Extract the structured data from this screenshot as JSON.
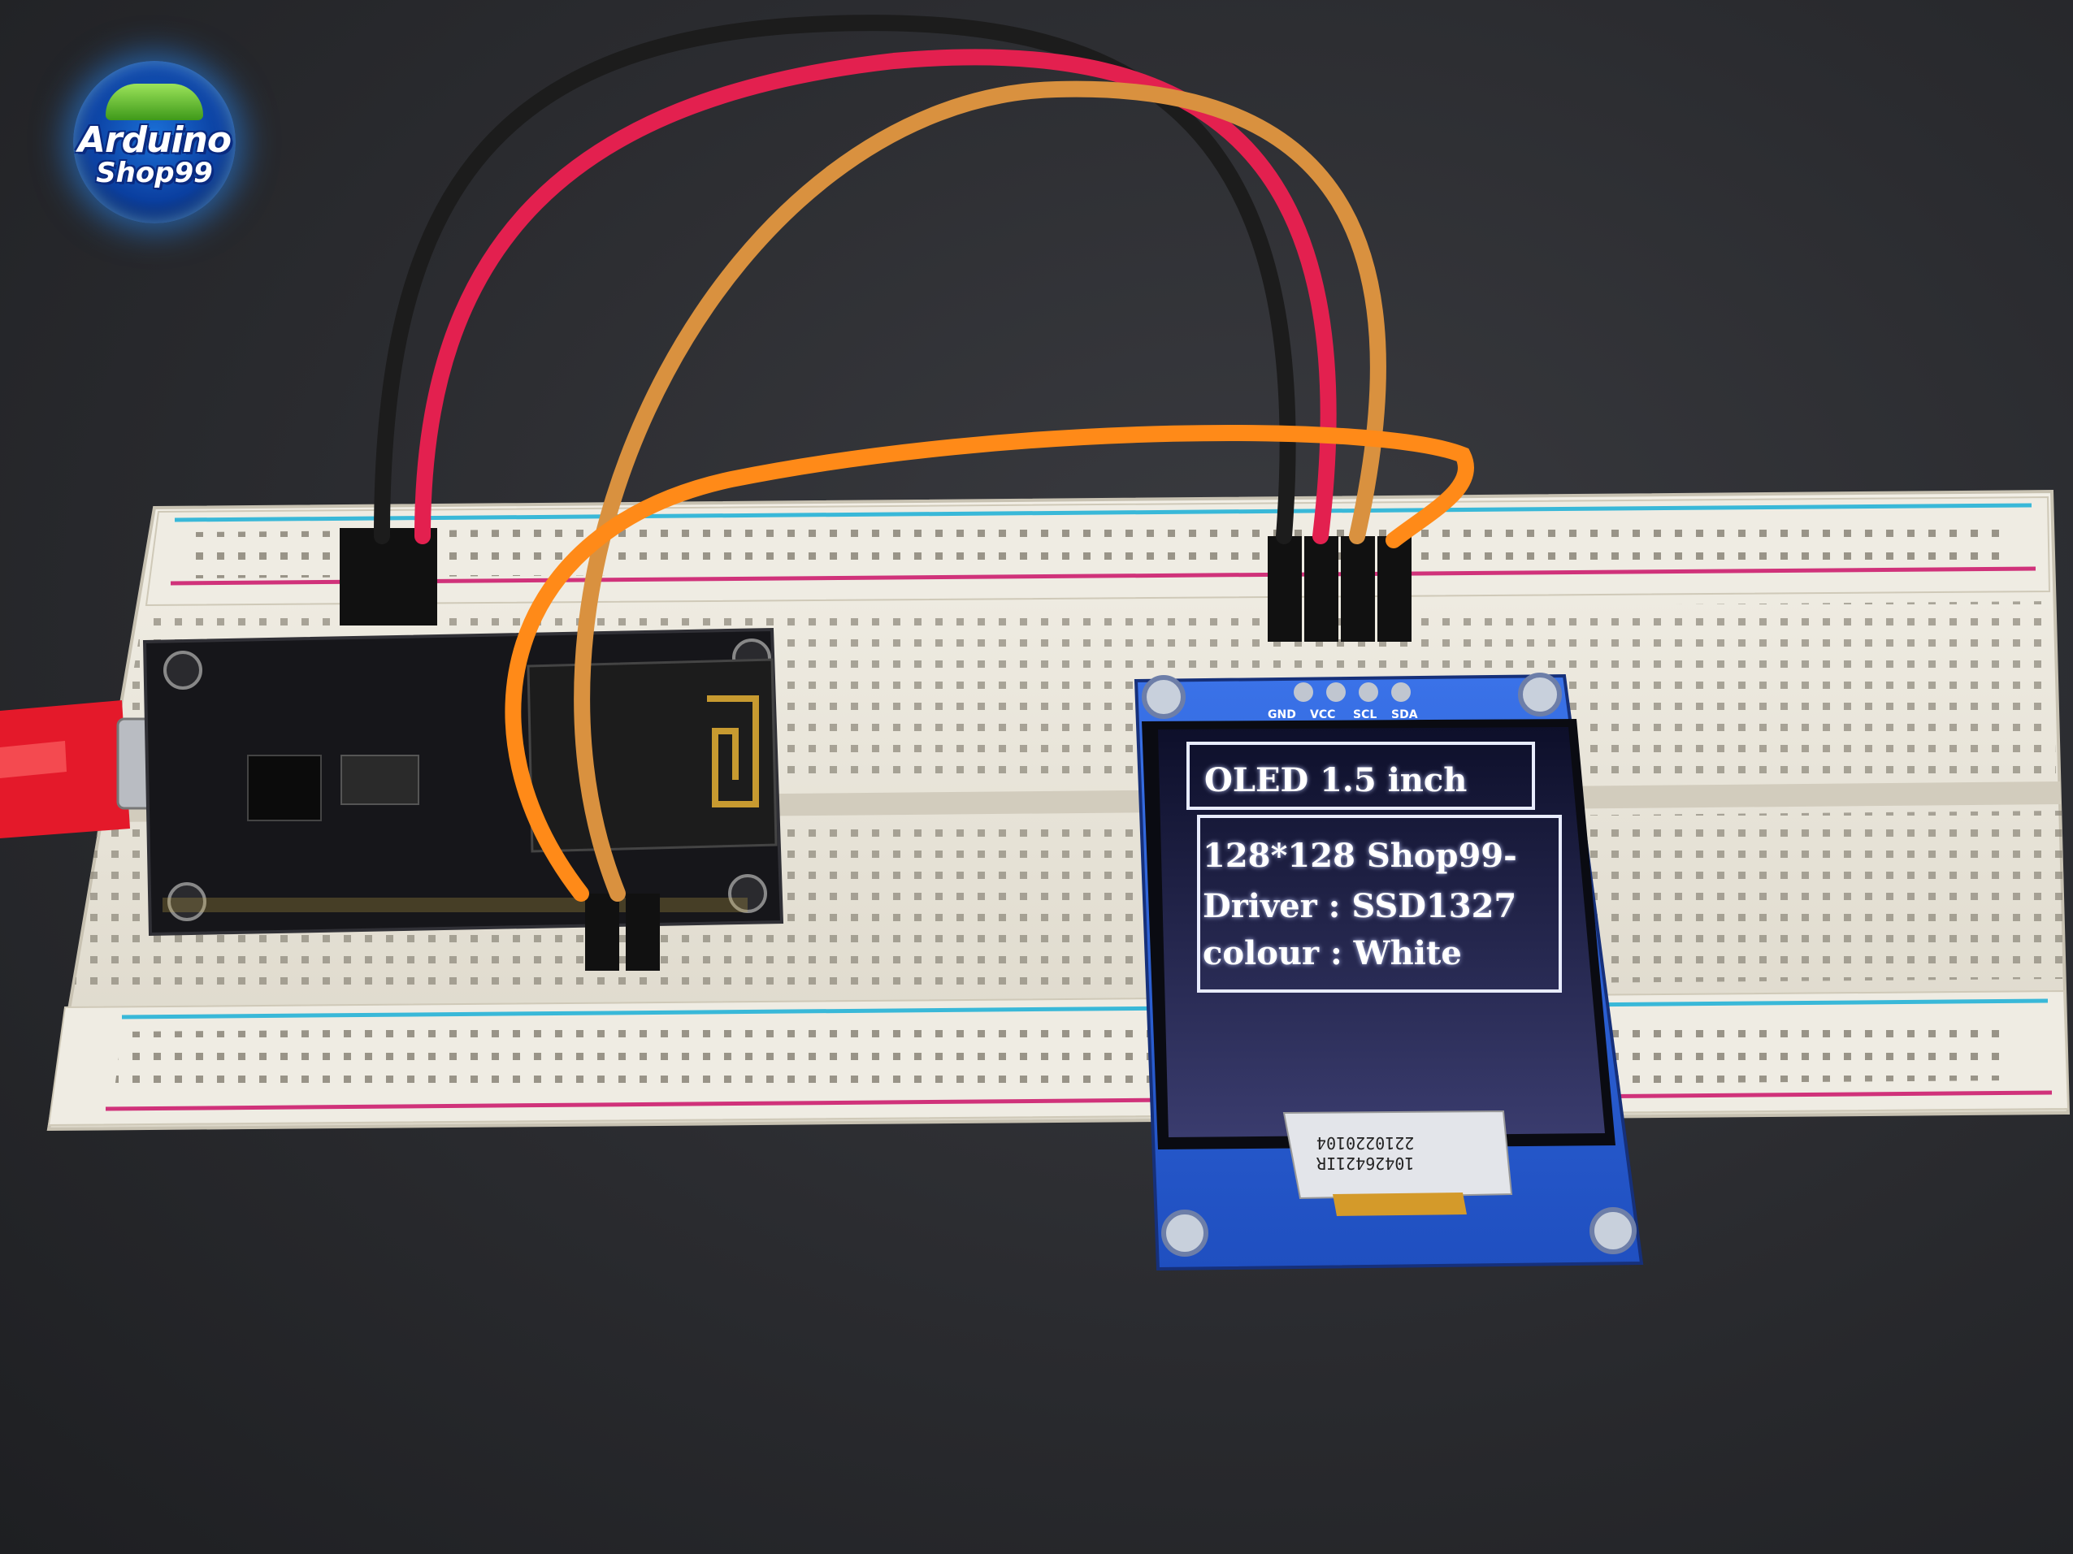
{
  "logo": {
    "line1": "Arduino",
    "line2": "Shop99"
  },
  "oled": {
    "title": "OLED 1.5 inch",
    "line1": "128*128 Shop99-",
    "line2": "Driver : SSD1327",
    "line3": "colour : White"
  },
  "oled_pins": [
    "GND",
    "VCC",
    "SCL",
    "SDA"
  ],
  "ribbon_serial": [
    "2210220104",
    "10426421IR"
  ],
  "colors": {
    "wire_black": "#1c1c1c",
    "wire_red": "#e3204f",
    "wire_tan": "#d9913f",
    "wire_orange": "#ff8a18",
    "breadboard": "#ece8de",
    "oled_pcb": "#2c5fd6"
  }
}
